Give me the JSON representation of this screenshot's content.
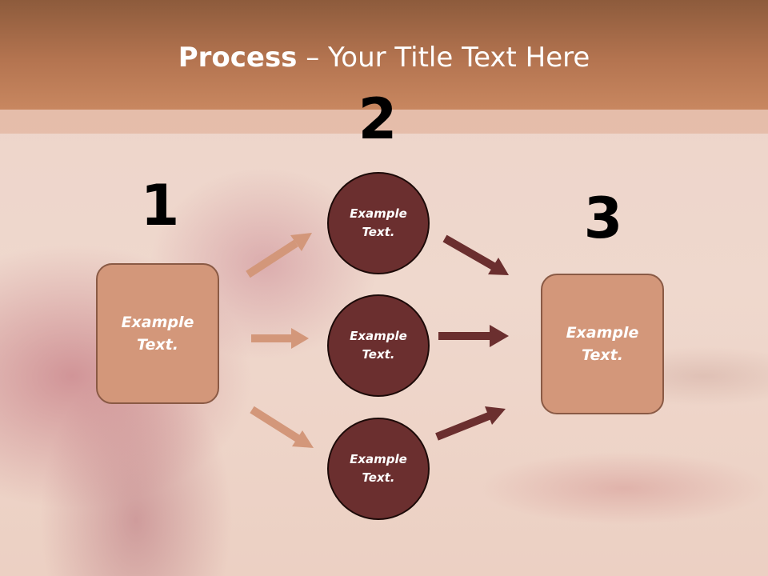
{
  "title": {
    "bold": "Process",
    "rest": " – Your Title Text Here"
  },
  "steps": {
    "one": "1",
    "two": "2",
    "three": "3"
  },
  "left_box": "Example\nText.",
  "right_box": "Example\nText.",
  "circles": [
    "Example\nText.",
    "Example\nText.",
    "Example\nText."
  ],
  "colors": {
    "header": "#b47450",
    "box_fill": "#d3977a",
    "circle_fill": "#6b2f2f",
    "arrow_light": "#d3977a",
    "arrow_dark": "#6b2f2f"
  }
}
